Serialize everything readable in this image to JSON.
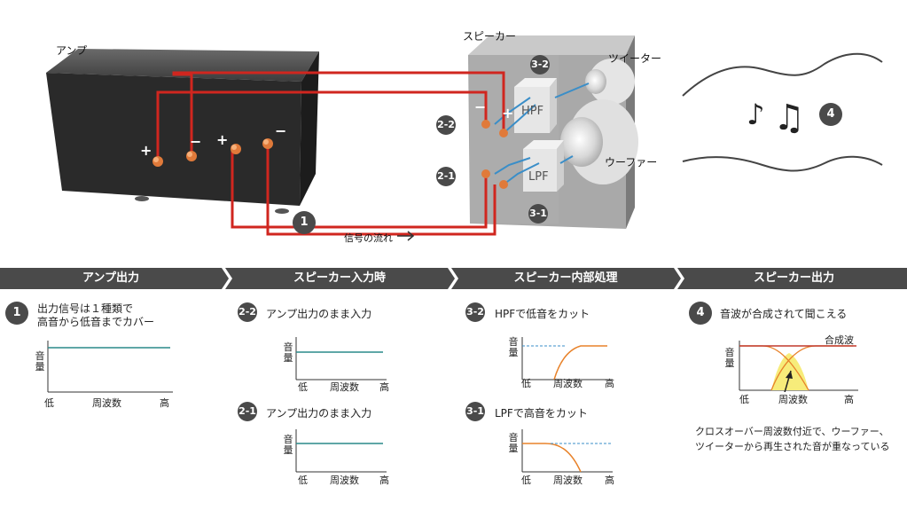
{
  "top": {
    "amp_label": "アンプ",
    "speaker_label": "スピーカー",
    "tweeter_label": "ツイーター",
    "woofer_label": "ウーファー",
    "hpf_label": "HPF",
    "lpf_label": "LPF",
    "plus": "+",
    "minus": "−",
    "signal_flow": "信号の流れ",
    "badges": {
      "b1": "1",
      "b22": "2-2",
      "b21": "2-1",
      "b32": "3-2",
      "b31": "3-1",
      "b4": "4"
    },
    "music_note_1": "♪",
    "music_note_2": "♫"
  },
  "banner": [
    "アンプ出力",
    "スピーカー入力時",
    "スピーカー内部処理",
    "スピーカー出力"
  ],
  "steps": {
    "s1": {
      "badge": "1",
      "title_line1": "出力信号は１種類で",
      "title_line2": "高音から低音までカバー"
    },
    "s22": {
      "badge": "2-2",
      "title": "アンプ出力のまま入力"
    },
    "s21": {
      "badge": "2-1",
      "title": "アンプ出力のまま入力"
    },
    "s32": {
      "badge": "3-2",
      "title": "HPFで低音をカット"
    },
    "s31": {
      "badge": "3-1",
      "title": "LPFで高音をカット"
    },
    "s4": {
      "badge": "4",
      "title": "音波が合成されて聞こえる",
      "combined_label": "合成波",
      "note": "クロスオーバー周波数付近で、ウーファー、ツイーターから再生された音が重なっている"
    }
  },
  "axis": {
    "y1": "音",
    "y2": "量",
    "x_low": "低",
    "x_mid": "周波数",
    "x_high": "高"
  },
  "colors": {
    "wire": "#d0261f",
    "teal": "#2a8a8a",
    "orange": "#e8822a",
    "banner": "#4a4a4a",
    "overlap": "#f7ec7a",
    "dashed": "#3a8ec8"
  }
}
